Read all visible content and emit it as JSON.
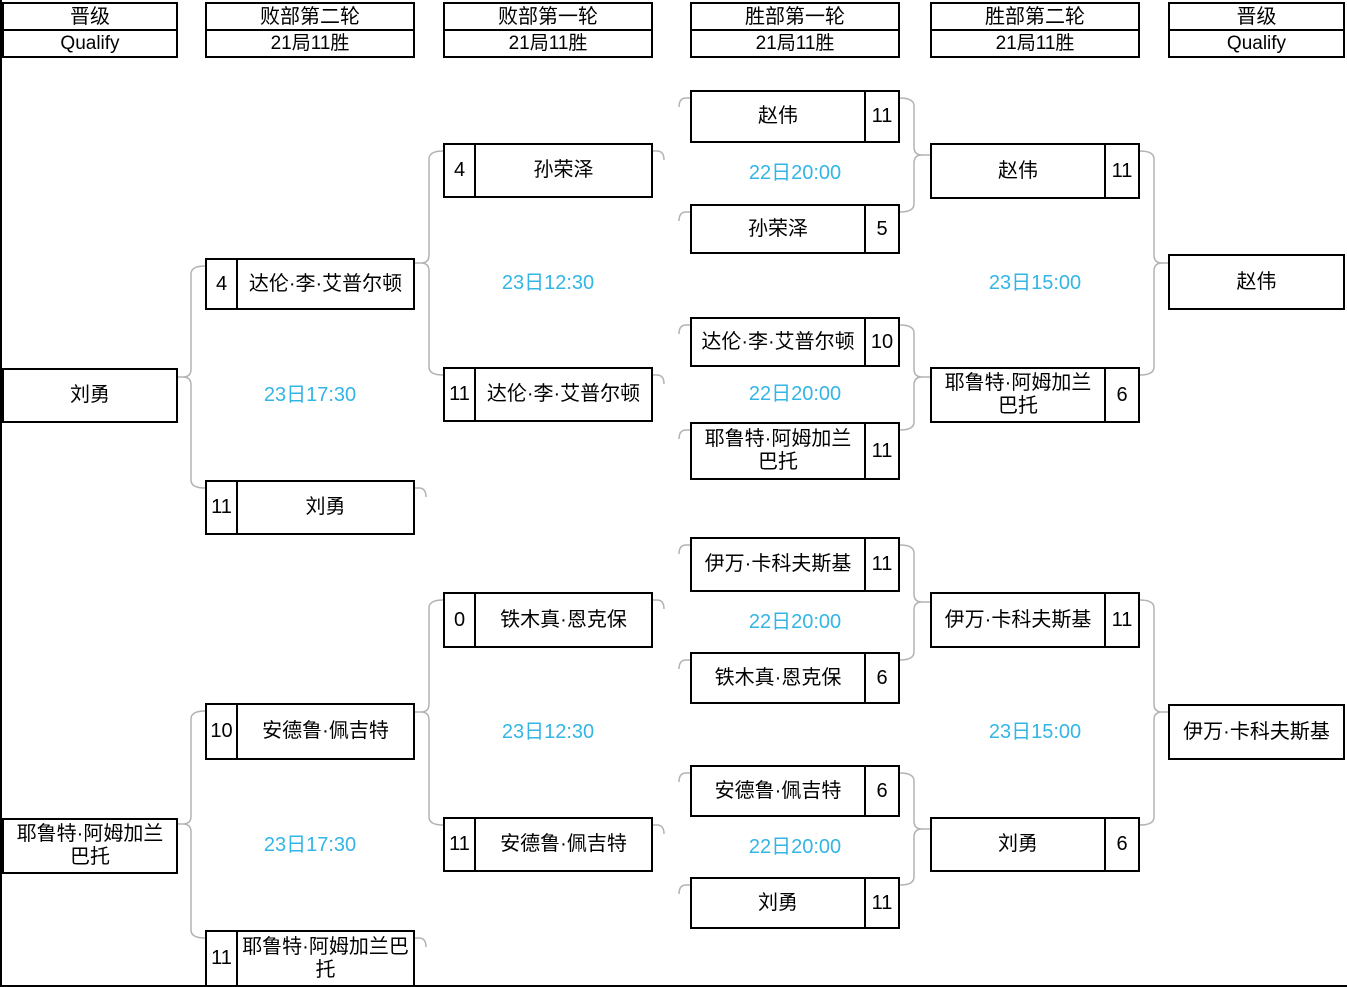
{
  "headers": [
    {
      "title": "晋级",
      "subtitle": "Qualify"
    },
    {
      "title": "败部第二轮",
      "subtitle": "21局11胜"
    },
    {
      "title": "败部第一轮",
      "subtitle": "21局11胜"
    },
    {
      "title": "胜部第一轮",
      "subtitle": "21局11胜"
    },
    {
      "title": "胜部第二轮",
      "subtitle": "21局11胜"
    },
    {
      "title": "晋级",
      "subtitle": "Qualify"
    }
  ],
  "winners_round1": {
    "matches": [
      {
        "time": "22日20:00",
        "top": {
          "name": "赵伟",
          "score": "11"
        },
        "bottom": {
          "name": "孙荣泽",
          "score": "5"
        }
      },
      {
        "time": "22日20:00",
        "top": {
          "name": "达伦·李·艾普尔顿",
          "score": "10"
        },
        "bottom": {
          "name": "耶鲁特·阿姆加兰巴托",
          "score": "11"
        }
      },
      {
        "time": "22日20:00",
        "top": {
          "name": "伊万·卡科夫斯基",
          "score": "11"
        },
        "bottom": {
          "name": "铁木真·恩克保",
          "score": "6"
        }
      },
      {
        "time": "22日20:00",
        "top": {
          "name": "安德鲁·佩吉特",
          "score": "6"
        },
        "bottom": {
          "name": "刘勇",
          "score": "11"
        }
      }
    ]
  },
  "winners_round2": {
    "matches": [
      {
        "time": "23日15:00",
        "top": {
          "name": "赵伟",
          "score": "11"
        },
        "bottom": {
          "name": "耶鲁特·阿姆加兰巴托",
          "score": "6"
        }
      },
      {
        "time": "23日15:00",
        "top": {
          "name": "伊万·卡科夫斯基",
          "score": "11"
        },
        "bottom": {
          "name": "刘勇",
          "score": "6"
        }
      }
    ]
  },
  "losers_round1": {
    "matches": [
      {
        "time": "23日12:30",
        "top": {
          "name": "孙荣泽",
          "score": "4"
        },
        "bottom": {
          "name": "达伦·李·艾普尔顿",
          "score": "11"
        }
      },
      {
        "time": "23日12:30",
        "top": {
          "name": "铁木真·恩克保",
          "score": "0"
        },
        "bottom": {
          "name": "安德鲁·佩吉特",
          "score": "11"
        }
      }
    ]
  },
  "losers_round2": {
    "matches": [
      {
        "time": "23日17:30",
        "top": {
          "name": "达伦·李·艾普尔顿",
          "score": "4"
        },
        "bottom": {
          "name": "刘勇",
          "score": "11"
        }
      },
      {
        "time": "23日17:30",
        "top": {
          "name": "安德鲁·佩吉特",
          "score": "10"
        },
        "bottom": {
          "name": "耶鲁特·阿姆加兰巴托",
          "score": "11"
        }
      }
    ]
  },
  "qualified_left": [
    {
      "name": "刘勇"
    },
    {
      "name": "耶鲁特·阿姆加兰巴托"
    }
  ],
  "qualified_right": [
    {
      "name": "赵伟"
    },
    {
      "name": "伊万·卡科夫斯基"
    }
  ],
  "colors": {
    "time_text": "#33b5e5",
    "connector": "#b3b3b3",
    "box_border": "#000000"
  }
}
